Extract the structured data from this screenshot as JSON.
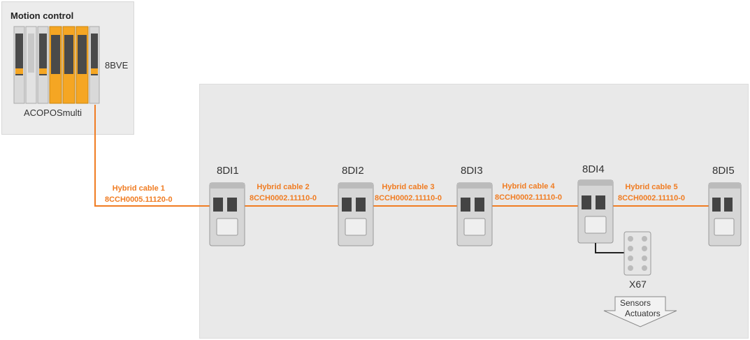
{
  "motion_control": {
    "title": "Motion control",
    "supply_label": "8BVE",
    "system_label": "ACOPOSmulti"
  },
  "devices": [
    {
      "label": "8DI1"
    },
    {
      "label": "8DI2"
    },
    {
      "label": "8DI3"
    },
    {
      "label": "8DI4"
    },
    {
      "label": "8DI5"
    }
  ],
  "cables": [
    {
      "name": "Hybrid cable 1",
      "part": "8CCH0005.11120-0"
    },
    {
      "name": "Hybrid cable 2",
      "part": "8CCH0002.11110-0"
    },
    {
      "name": "Hybrid cable 3",
      "part": "8CCH0002.11110-0"
    },
    {
      "name": "Hybrid cable 4",
      "part": "8CCH0002.11110-0"
    },
    {
      "name": "Hybrid cable 5",
      "part": "8CCH0002.11110-0"
    }
  ],
  "io_module": {
    "label": "X67",
    "arrow_line1": "Sensors",
    "arrow_line2": "Actuators"
  },
  "colors": {
    "cable": "#f07c22",
    "module_orange": "#f5a623",
    "module_dark": "#4a4a4a"
  }
}
